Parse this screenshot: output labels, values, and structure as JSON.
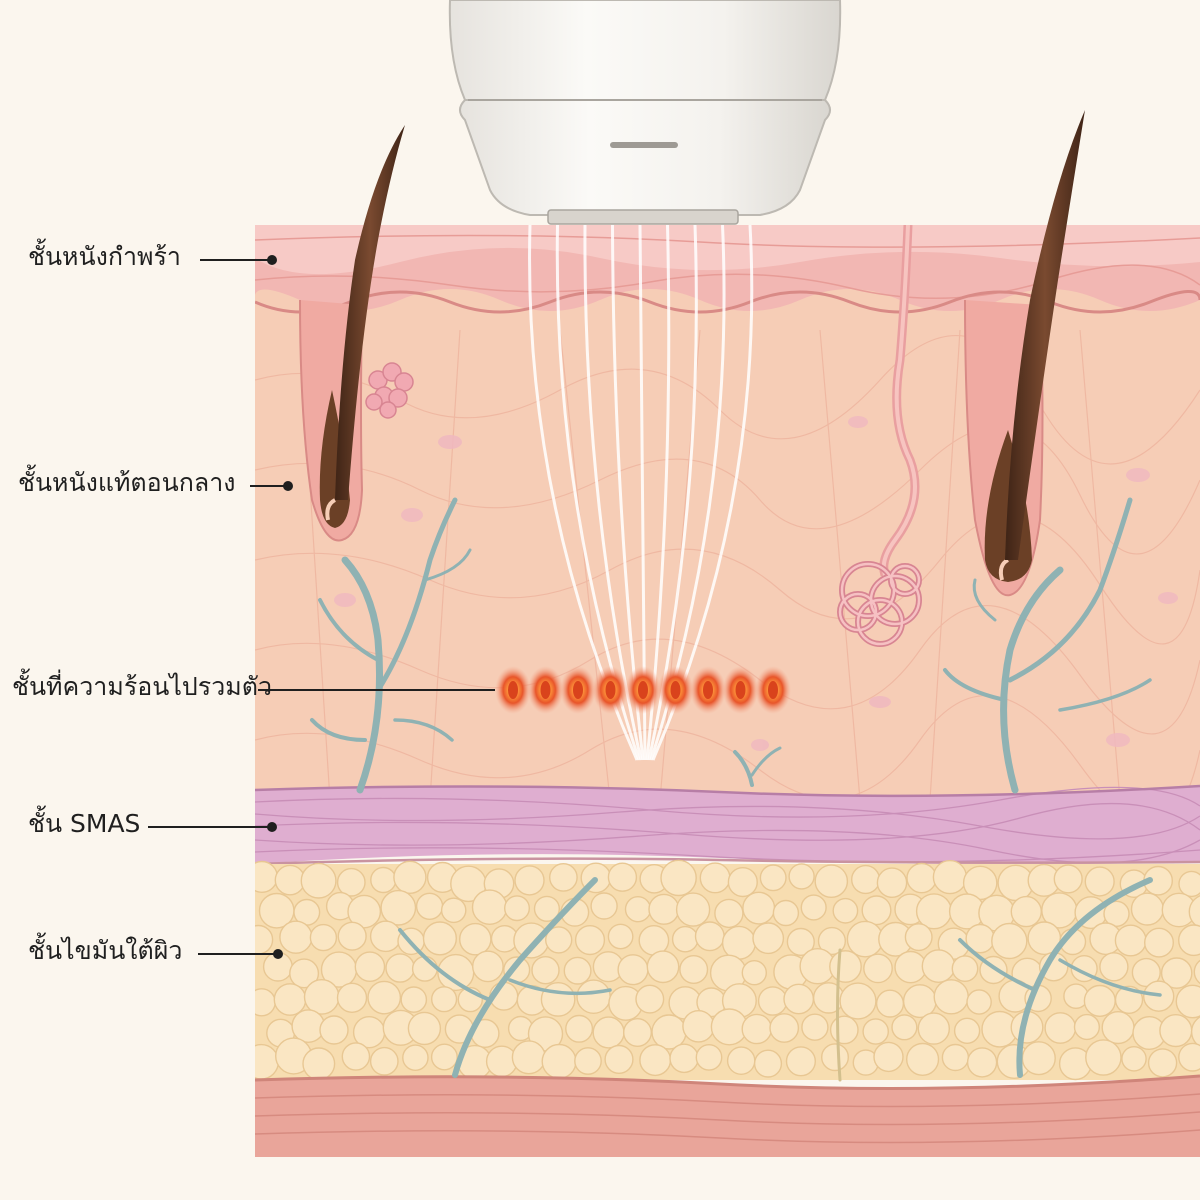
{
  "labels": {
    "epidermis": "ชั้นหนังกำพร้า",
    "mid_dermis": "ชั้นหนังแท้ตอนกลาง",
    "heat_zone": "ชั้นที่ความร้อนไปรวมตัว",
    "smas": "ชั้น SMAS",
    "subcutaneous_fat": "ชั้นไขมันใต้ผิว"
  },
  "colors": {
    "background": "#fbf6ee",
    "epidermis": "#f2b7b3",
    "dermis": "#f6cdb6",
    "smas": "#dfaed0",
    "fat": "#f7ddb0",
    "muscle": "#e9a59a",
    "hair": "#5a3726",
    "vessel": "#8fb2b3",
    "heat_point": "#e8552a",
    "transducer": "#f3f1ed"
  },
  "icons": {
    "device": "ultrasound-transducer-icon",
    "heat": "heat-point-icon"
  },
  "heat_points": 9,
  "beams": 9
}
